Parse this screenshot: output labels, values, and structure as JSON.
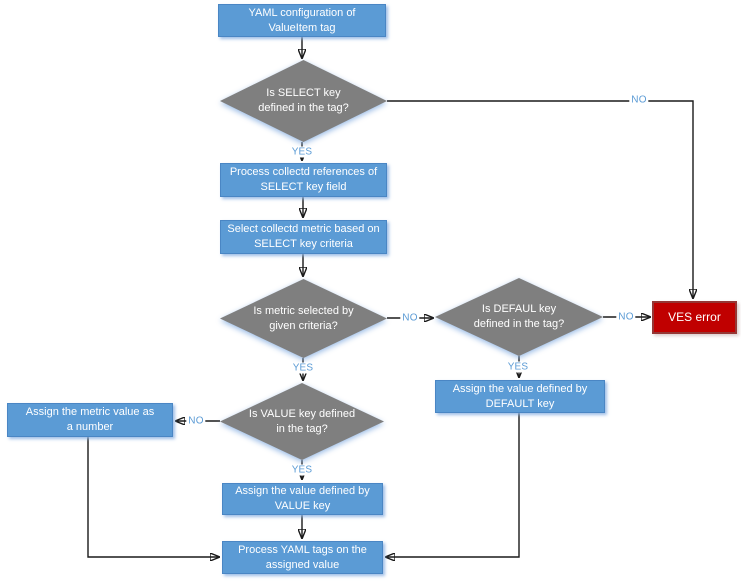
{
  "diagram": {
    "nodes": {
      "yaml_config": "YAML configuration of ValueItem tag",
      "is_select": "Is SELECT key defined in the tag?",
      "process_refs": "Process collectd references of SELECT key field",
      "select_metric": "Select collectd metric based on SELECT key criteria",
      "is_metric_selected": "Is metric selected by given criteria?",
      "is_default": "Is DEFAUL key defined in the tag?",
      "ves_error": "VES error",
      "assign_default": "Assign the value defined by DEFAULT key",
      "is_value": "Is VALUE key defined in the tag?",
      "assign_metric": "Assign the metric value as a number",
      "assign_value": "Assign the value defined by VALUE key",
      "process_yaml": "Process YAML tags on the assigned value"
    },
    "labels": {
      "yes": "YES",
      "no": "NO"
    },
    "colors": {
      "process_fill": "#5B9BD5",
      "process_border": "#4A86C4",
      "decision_fill": "#7F7F7F",
      "error_fill": "#C00000",
      "error_border": "#953735",
      "edge_label_text": "#5B9BD5",
      "connector_line": "#1A1A1A",
      "text": "#FFFFFF",
      "background": "#FFFFFF"
    }
  }
}
